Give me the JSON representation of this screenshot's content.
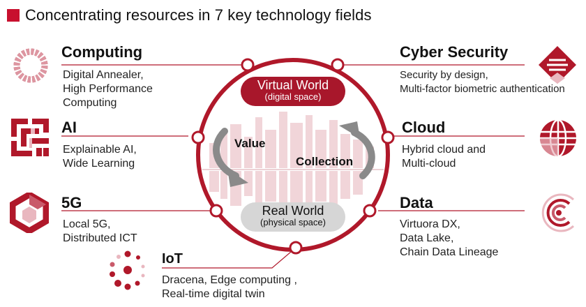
{
  "header": {
    "title": "Concentrating resources in 7 key technology fields",
    "accent_color": "#c8102e"
  },
  "colors": {
    "brand_red": "#b0182a",
    "pale_red": "#e9b7bf",
    "gray": "#8a8a8a"
  },
  "fields": {
    "computing": {
      "title": "Computing",
      "desc": "Digital Annealer,\nHigh Performance\n Computing",
      "icon": "ring-icon"
    },
    "ai": {
      "title": "AI",
      "desc": "Explainable AI,\nWide Learning",
      "icon": "maze-icon"
    },
    "fiveg": {
      "title": "5G",
      "desc": "Local 5G,\nDistributed ICT",
      "icon": "hexagon-icon"
    },
    "iot": {
      "title": "IoT",
      "desc": "Dracena, Edge computing ,\nReal-time digital twin",
      "icon": "dotted-circle-icon"
    },
    "cyber_security": {
      "title": "Cyber Security",
      "desc": "Security by design,\nMulti-factor biometric authentication",
      "icon": "diamond-stack-icon"
    },
    "cloud": {
      "title": "Cloud",
      "desc": "Hybrid cloud and\nMulti-cloud",
      "icon": "globe-icon"
    },
    "data": {
      "title": "Data",
      "desc": "Virtuora DX,\nData Lake,\nChain Data Lineage",
      "icon": "spiral-arc-icon"
    }
  },
  "center": {
    "virtual_world": {
      "title": "Virtual World",
      "subtitle": "(digital space)"
    },
    "real_world": {
      "title": "Real World",
      "subtitle": "(physical space)"
    },
    "value_label": "Value",
    "collection_label": "Collection"
  }
}
